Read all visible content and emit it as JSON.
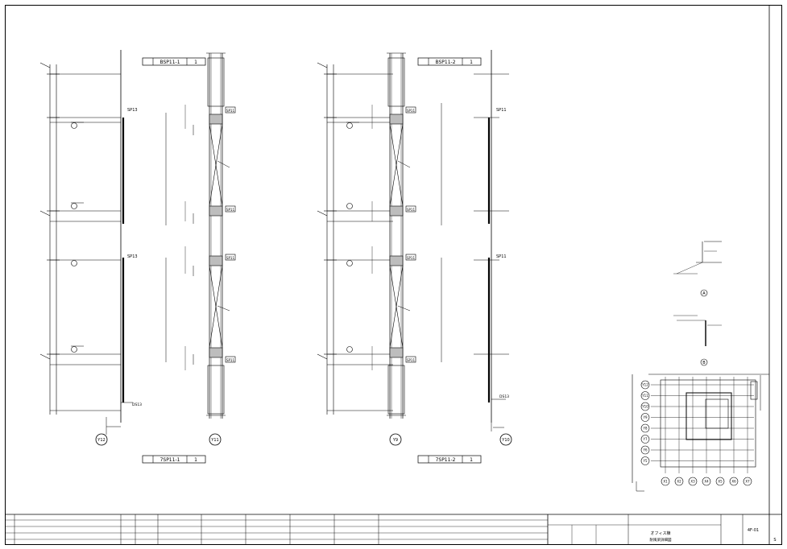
{
  "elevations": {
    "left": {
      "top_label": "BSP11-1",
      "bottom_label": "7SP11-1",
      "qty": "1",
      "grid_left": "Y12",
      "grid_right": "Y11",
      "plate_tag": "SP11",
      "slab_tag_upper": "SP13",
      "slab_tag_lower": "SP13",
      "base_tag": "DS13"
    },
    "right": {
      "top_label": "BSP11-2",
      "bottom_label": "7SP11-2",
      "qty": "1",
      "grid_left": "Y9",
      "grid_right": "Y10",
      "plate_tag": "SP11",
      "slab_tag_upper": "SP11",
      "slab_tag_lower": "SP11",
      "base_tag": "DS13"
    }
  },
  "details": {
    "a_caption": "A",
    "b_caption": "B"
  },
  "key_plan": {
    "rows": [
      "Y12",
      "Y11",
      "Y10",
      "Y9",
      "Y8",
      "Y7",
      "Y6",
      "Y5"
    ],
    "cols": [
      "X1",
      "X2",
      "X3",
      "X4",
      "X5",
      "X6",
      "X7"
    ]
  },
  "title_block": {
    "project": "オフィス棟",
    "drawing_title": "耐風梁詳細図",
    "drawing_no": "4F-01",
    "sheet_code": "S"
  }
}
